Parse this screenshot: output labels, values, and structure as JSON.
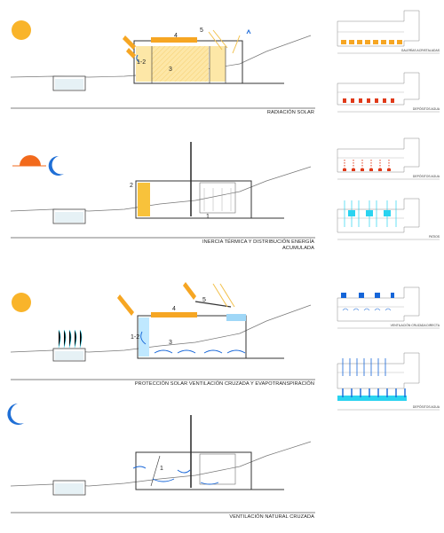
{
  "colors": {
    "sun": "#f9b42a",
    "moon": "#1f6fd6",
    "sunset": "#f26a1c",
    "warm_fill": "#fde7a7",
    "orange_bars": "#f6a623",
    "deposit_red": "#e03a1a",
    "cyan": "#2ad3f0",
    "blue": "#1565d8",
    "line": "#555555"
  },
  "panels": [
    {
      "caption": "RADIACIÓN SOLAR",
      "icon": "sun-icon",
      "numbers": [
        "1-2",
        "3",
        "4",
        "5"
      ],
      "minis": [
        {
          "caption": "GALERÍAS ACRISTALADAS",
          "fill": "orange-bars"
        },
        {
          "caption": "DEPÓSITOS AGUA",
          "fill": "red-bars"
        }
      ]
    },
    {
      "caption": "INERCIA TÉRMICA Y DISTRIBUCIÓN ENERGÍA ACUMULADA",
      "caption_lines": [
        "INERCIA TÉRMICA Y DISTRIBUCIÓN ENERGÍA",
        "ACUMULADA"
      ],
      "icon": "sunset-moon-icon",
      "numbers": [
        "2",
        "1"
      ],
      "minis": [
        {
          "caption": "DEPÓSITOS AGUA",
          "fill": "red-dashed"
        },
        {
          "caption": "PATIOS",
          "fill": "cyan-arrows"
        }
      ]
    },
    {
      "caption": "PROTECCIÓN SOLAR VENTILACIÓN CRUZADA Y EVAPOTRANSPIRACIÓN",
      "icon": "sun-icon",
      "numbers": [
        "1-2",
        "3",
        "4",
        "5"
      ],
      "minis": [
        {
          "caption": "VENTILACIÓN CRUZADA DIRECTA",
          "fill": "blue-arrows"
        },
        {
          "caption": "DEPÓSITOS AGUA",
          "fill": "blue-comb"
        }
      ]
    },
    {
      "caption": "VENTILACIÓN NATURAL CRUZADA",
      "icon": "moon-icon",
      "numbers": [
        "1"
      ],
      "minis": []
    }
  ]
}
